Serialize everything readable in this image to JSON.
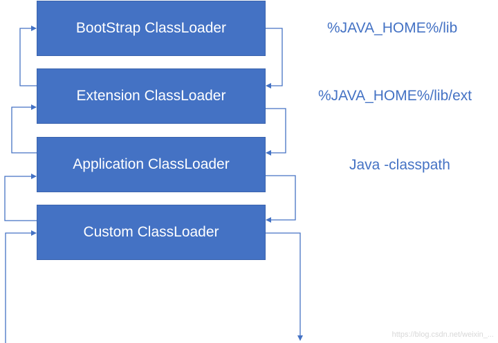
{
  "loaders": [
    {
      "label": "BootStrap ClassLoader"
    },
    {
      "label": "Extension ClassLoader"
    },
    {
      "label": "Application ClassLoader"
    },
    {
      "label": "Custom ClassLoader"
    }
  ],
  "paths": [
    "%JAVA_HOME%/lib",
    "%JAVA_HOME%/lib/ext",
    "Java -classpath"
  ],
  "watermark": "https://blog.csdn.net/weixin_...",
  "colors": {
    "box": "#4472c4",
    "arrow": "#4472c4",
    "path_text": "#4472c4"
  }
}
